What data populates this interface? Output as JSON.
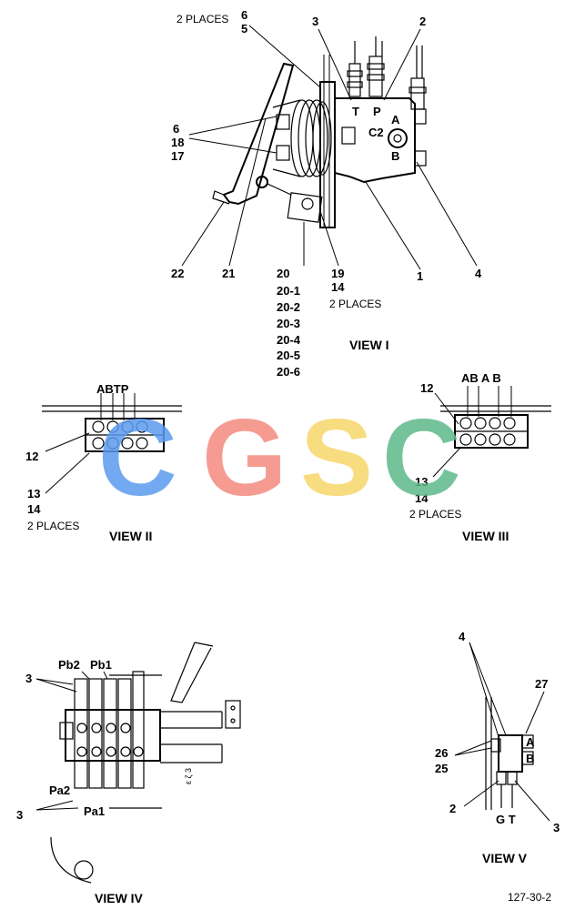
{
  "watermark": {
    "letters": [
      "C",
      "G",
      "S",
      "C"
    ],
    "colors": [
      "#5B9BEF",
      "#F58A7E",
      "#F7D76A",
      "#5EB98A"
    ]
  },
  "view1": {
    "title": "VIEW I",
    "places_top": "2 PLACES",
    "places_bottom": "2 PLACES",
    "labels": {
      "n6a": "6",
      "n5": "5",
      "n3": "3",
      "n2": "2",
      "T": "T",
      "P": "P",
      "A": "A",
      "C2": "C2",
      "B": "B",
      "n6b": "6",
      "n18": "18",
      "n17": "17",
      "n22": "22",
      "n21": "21",
      "n1": "1",
      "n4": "4",
      "n19": "19",
      "n14": "14",
      "list20": [
        "20",
        "20-1",
        "20-2",
        "20-3",
        "20-4",
        "20-5",
        "20-6"
      ]
    }
  },
  "view2": {
    "title": "VIEW II",
    "ports": "ABTP",
    "n12": "12",
    "n13": "13",
    "n14": "14",
    "places": "2 PLACES"
  },
  "view3": {
    "title": "VIEW III",
    "ports": "AB   A B",
    "n12": "12",
    "n13": "13",
    "n14": "14",
    "places": "2 PLACES"
  },
  "view4": {
    "title": "VIEW IV",
    "Pb2": "Pb2",
    "Pb1": "Pb1",
    "n3a": "3",
    "Pa2": "Pa2",
    "Pa1": "Pa1",
    "n3b": "3"
  },
  "view5": {
    "title": "VIEW V",
    "n4": "4",
    "n27": "27",
    "A": "A",
    "B": "B",
    "n26": "26",
    "n25": "25",
    "n2": "2",
    "GT": "G T",
    "n3": "3"
  },
  "figure_ref": "127-30-2"
}
